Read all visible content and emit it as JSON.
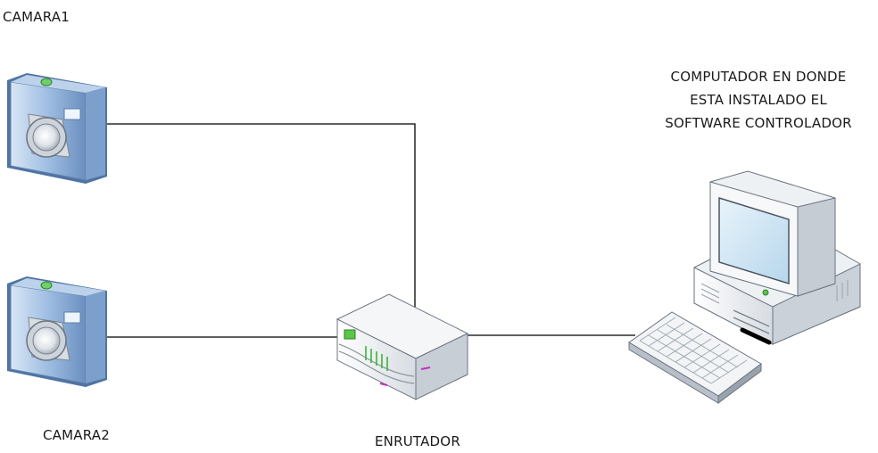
{
  "labels": {
    "camera1": "CAMARA1",
    "camera2": "CAMARA2",
    "router": "ENRUTADOR",
    "computer_lines": [
      "COMPUTADOR EN DONDE",
      "ESTA INSTALADO EL",
      "SOFTWARE CONTROLADOR"
    ]
  },
  "colors": {
    "camera_body": "#8fb3dd",
    "camera_dark": "#5b7fae",
    "screen": "#cfe6f5",
    "led_green": "#4fbf3a",
    "router_body": "#e9edf1",
    "link_line": "#000000"
  },
  "icons": [
    "camera-icon",
    "camera-icon",
    "router-icon",
    "computer-icon",
    "keyboard-icon"
  ]
}
